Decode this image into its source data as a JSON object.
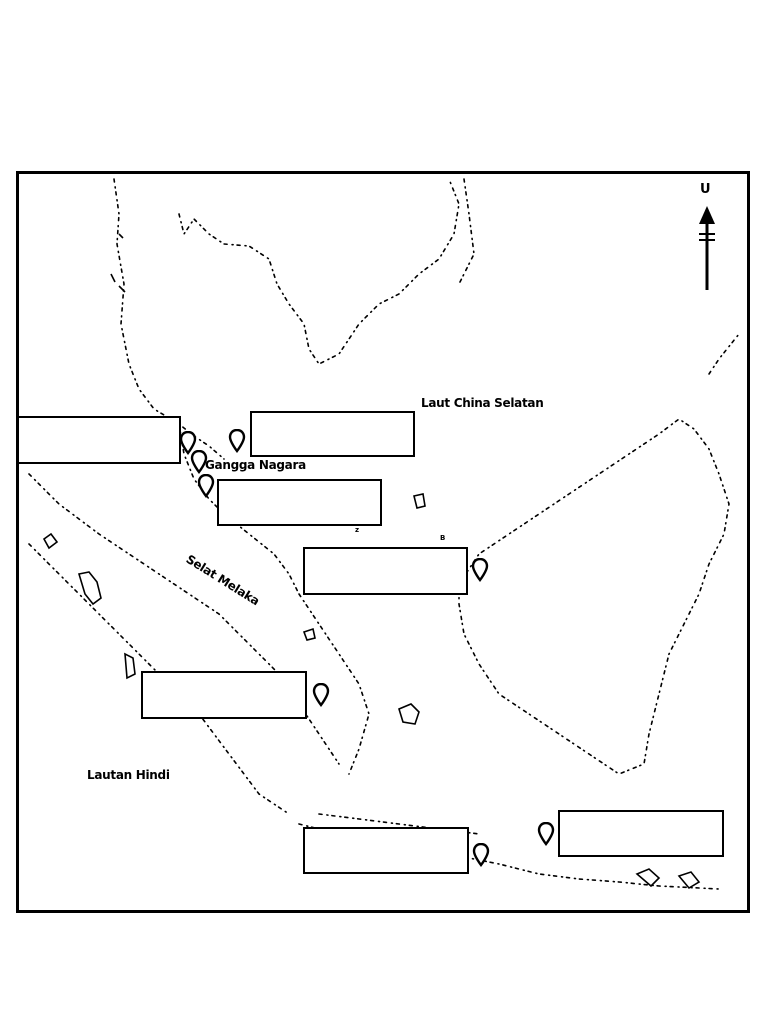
{
  "labels": {
    "south_china_sea": "Laut China Selatan",
    "gangga_nagara": "Gangga Nagara",
    "strait_of_malacca": "Selat Melaka",
    "indian_ocean": "Lautan Hindi"
  },
  "compass": {
    "north_letter": "U"
  },
  "small_marks": [
    "z",
    "B"
  ],
  "answer_boxes": [
    "",
    "",
    "",
    "",
    "",
    "",
    ""
  ],
  "colors": {
    "ink": "#000000",
    "paper": "#ffffff"
  },
  "icons": {
    "pin": "map-pin-icon",
    "north": "north-arrow-icon"
  }
}
